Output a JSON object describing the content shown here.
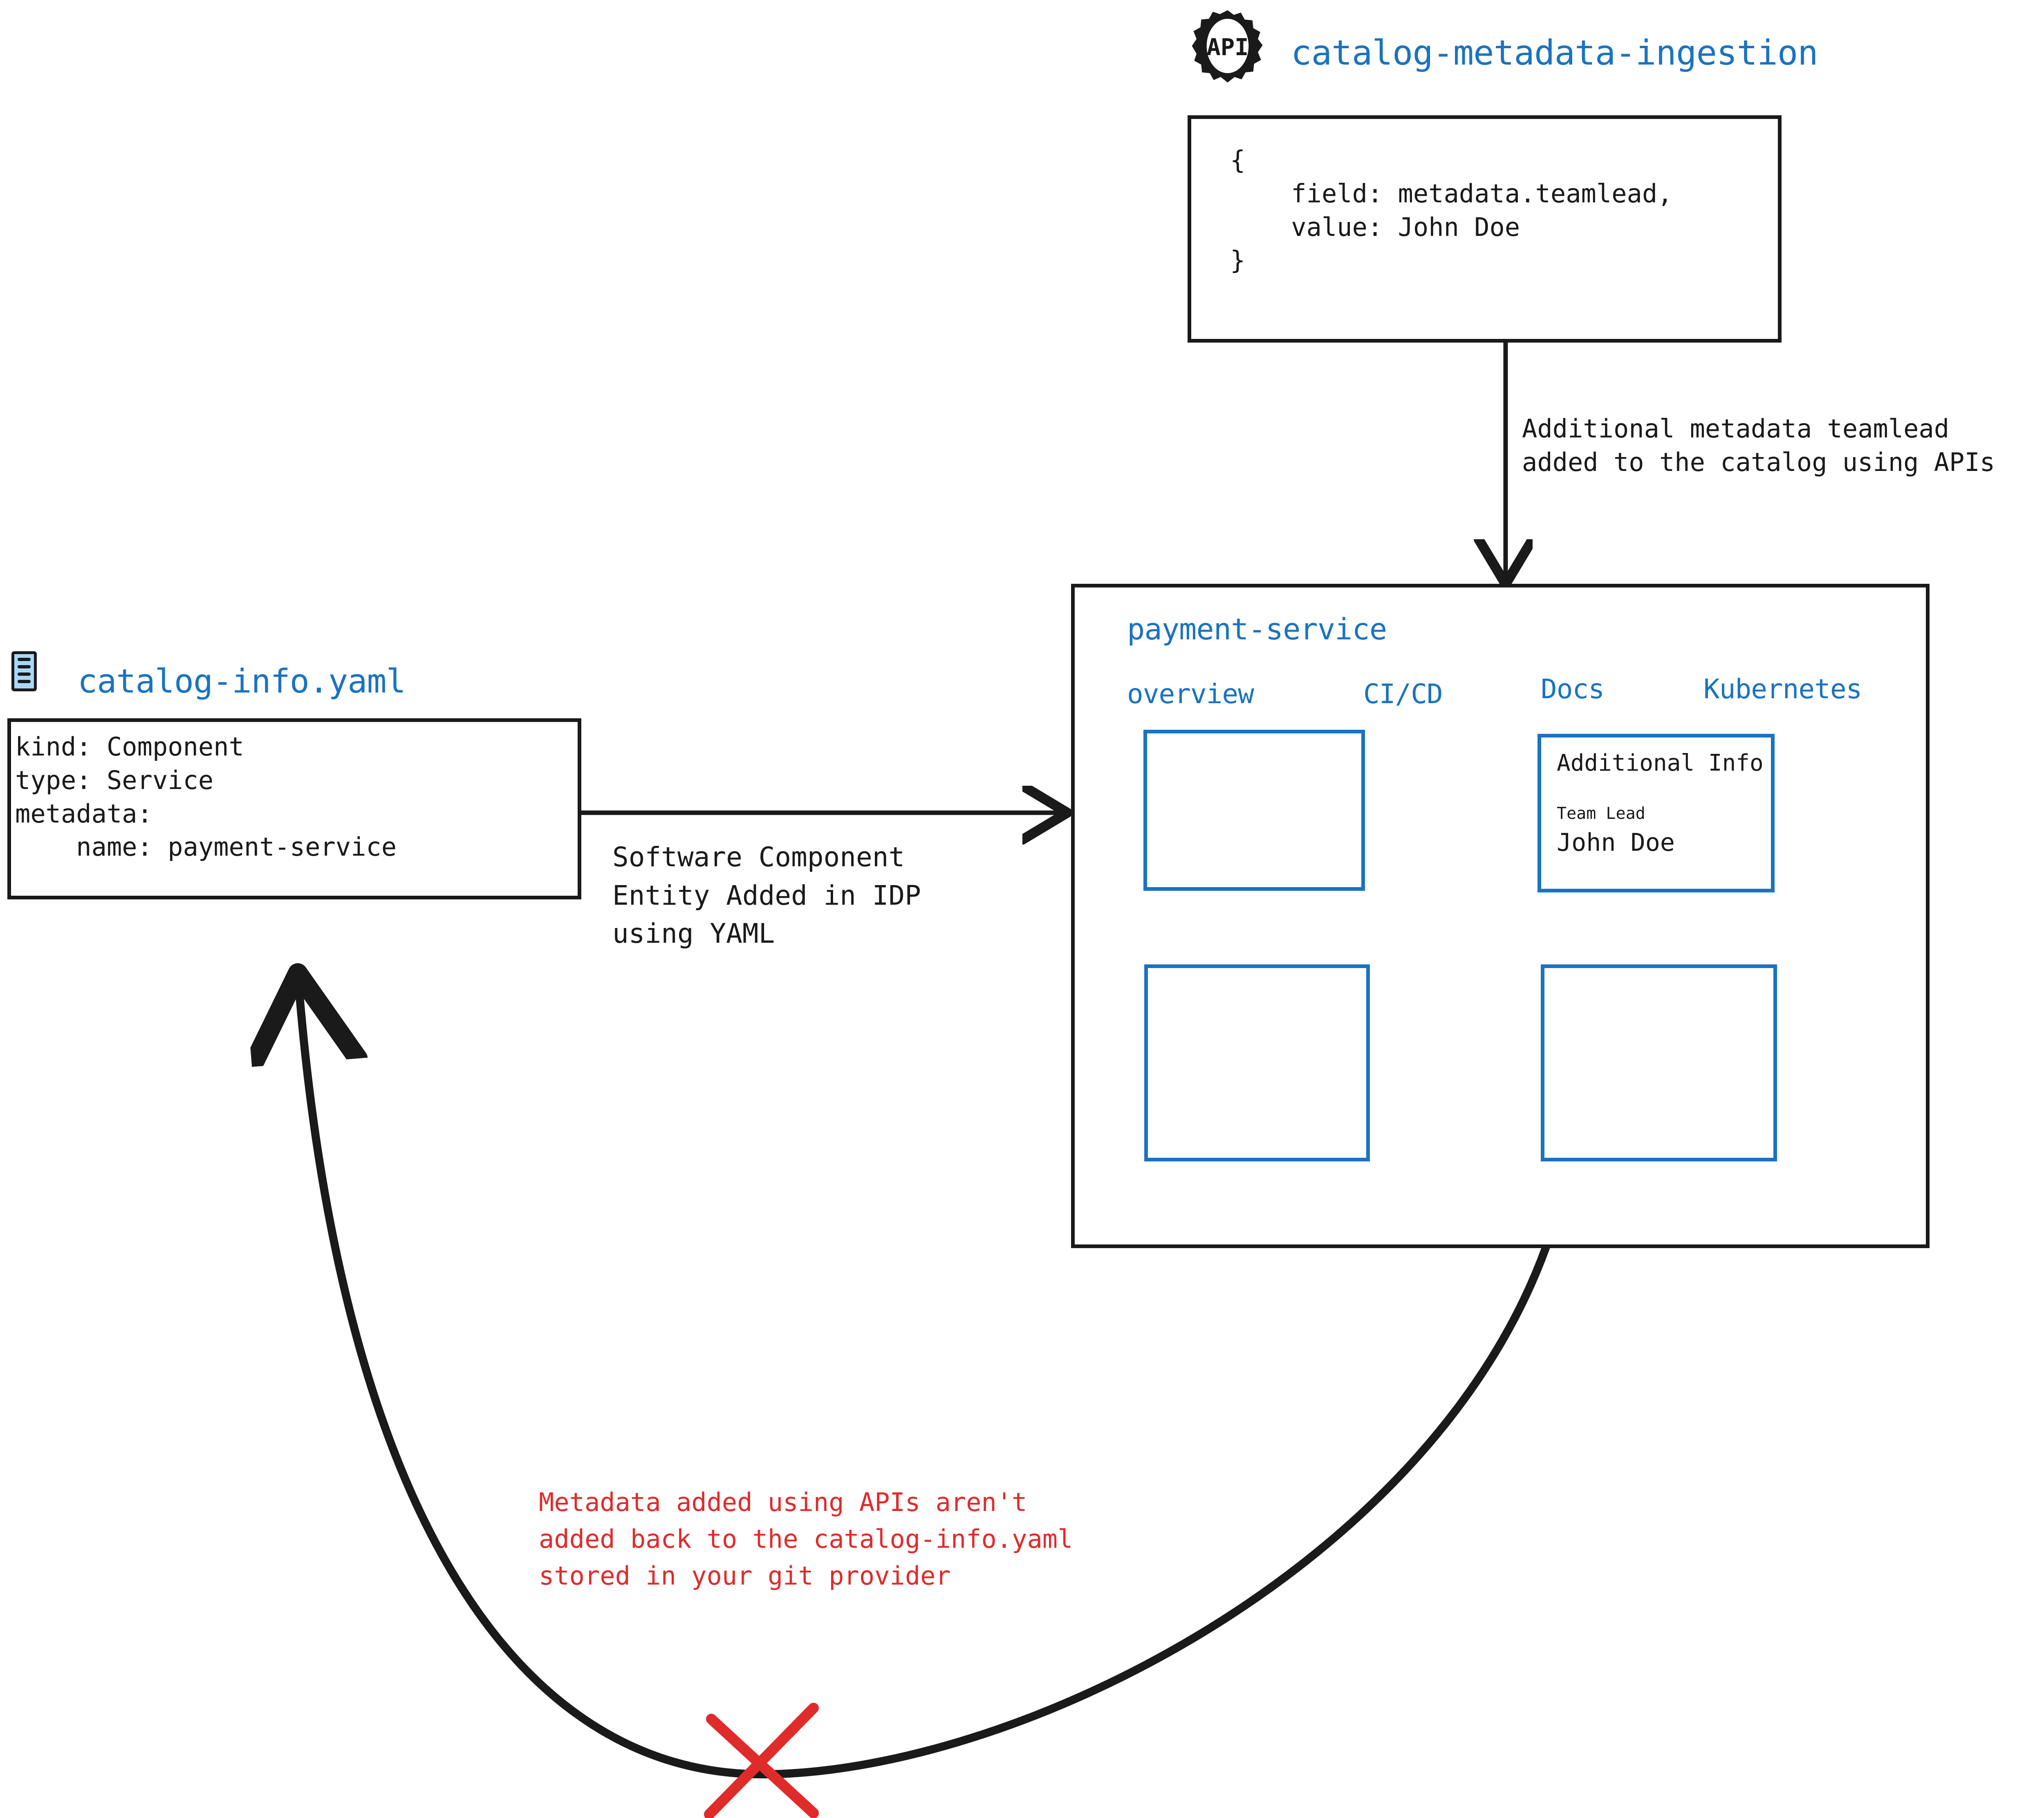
{
  "api_node": {
    "icon_label": "API",
    "title": "catalog-metadata-ingestion",
    "payload_lines": [
      "{",
      "    field: metadata.teamlead,",
      "    value: John Doe",
      "}"
    ]
  },
  "yaml_node": {
    "icon_name": "yaml-file-icon",
    "title": "catalog-info.yaml",
    "content_lines": [
      "kind: Component",
      "type: Service",
      "metadata:",
      "    name: payment-service"
    ]
  },
  "arrows": {
    "api_to_catalog": "Additional metadata teamlead\nadded to the catalog using APIs",
    "yaml_to_catalog": "Software Component\nEntity Added in IDP\nusing YAML",
    "catalog_to_yaml_blocked": "Metadata added using APIs aren't\nadded back to the catalog-info.yaml\nstored in your git provider"
  },
  "catalog_panel": {
    "entity_title": "payment-service",
    "tabs": [
      {
        "label": "overview"
      },
      {
        "label": "CI/CD"
      },
      {
        "label": "Docs"
      },
      {
        "label": "Kubernetes"
      }
    ],
    "cards": {
      "overview_card": "",
      "additional_info": {
        "heading": "Additional Info",
        "field_label": "Team Lead",
        "field_value": "John Doe"
      },
      "bottom_left_card": "",
      "bottom_right_card": ""
    }
  },
  "colors": {
    "accent_blue": "#1a73c0",
    "ink": "#1a1a1a",
    "warning_red": "#e02b2b",
    "icon_fill": "#a9d8f7"
  }
}
